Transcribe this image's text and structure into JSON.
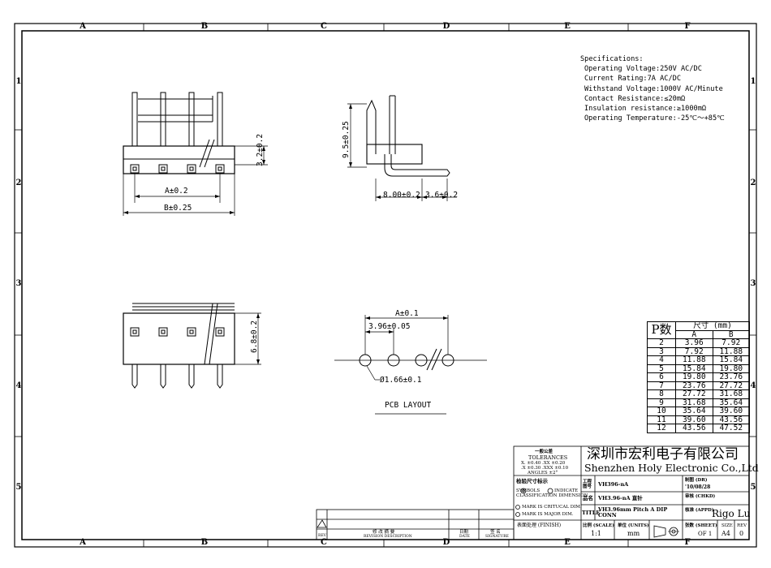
{
  "zones": {
    "cols": [
      "A",
      "B",
      "C",
      "D",
      "E",
      "F"
    ],
    "rows": [
      "1",
      "2",
      "3",
      "4",
      "5"
    ]
  },
  "specs": {
    "title": "Specifications:",
    "lines": [
      "Operating Voltage:250V AC/DC",
      "Current Rating:7A AC/DC",
      "Withstand Voltage:1000V AC/Minute",
      "Contact Resistance:≤20mΩ",
      "Insulation resistance:≥1000mΩ",
      "Operating Temperature:-25℃～+85℃"
    ]
  },
  "dims": {
    "a_dim": "A±0.2",
    "b_dim": "B±0.25",
    "front_h": "3.2±0.2",
    "side_h": "9.5±0.25",
    "side_w1": "8.00±0.2",
    "side_w2": "3.6±0.2",
    "top_h": "6.8±0.2",
    "pcb_a": "A±0.1",
    "pcb_pitch": "3.96±0.05",
    "pcb_hole": "Ø1.66±0.1",
    "pcb_title": "PCB LAYOUT"
  },
  "ptable": {
    "p_header": "P数",
    "size_header": "尺寸 (mm)",
    "col_a": "A",
    "col_b": "B",
    "rows": [
      [
        "2",
        "3.96",
        "7.92"
      ],
      [
        "3",
        "7.92",
        "11.88"
      ],
      [
        "4",
        "11.88",
        "15.84"
      ],
      [
        "5",
        "15.84",
        "19.80"
      ],
      [
        "6",
        "19.80",
        "23.76"
      ],
      [
        "7",
        "23.76",
        "27.72"
      ],
      [
        "8",
        "27.72",
        "31.68"
      ],
      [
        "9",
        "31.68",
        "35.64"
      ],
      [
        "10",
        "35.64",
        "39.60"
      ],
      [
        "11",
        "39.60",
        "43.56"
      ],
      [
        "12",
        "43.56",
        "47.52"
      ]
    ]
  },
  "titleblock": {
    "tol_cn": "一般公差",
    "tol_en": "TOLERANCES",
    "tol_l1": "X. ±0.40   .XX ±0.20",
    "tol_l2": ".X ±0.30  .XXX ±0.10",
    "tol_l3": "ANGLES   ±2°",
    "company_cn": "深圳市宏利电子有限公司",
    "company_en": "Shenzhen Holy Electronic Co.,Ltd",
    "inspect_cn": "检验尺寸标示",
    "symbols": "SYMBOLS",
    "indicate": "INDICATE",
    "classif": "CLASSIFICATION  DIMENSION",
    "critical": "MARK IS CRITUCAL DIM.",
    "major": "MARK IS MAJOR DIM.",
    "finish": "表面处理 (FINISH)",
    "drawing_no_label": "工程图号",
    "drawing_no": "VH396-nA",
    "name_label": "品名",
    "name": "VH3.96-nA 直针",
    "title_label": "TITLE",
    "title1": "VH3.96mm  Pitch  A DIP",
    "title2": "CONN",
    "scale_label": "比例 (SCALE)",
    "scale": "1:1",
    "unit_label": "单位 (UNITS)",
    "unit": "mm",
    "drawn_label": "制图 (DR)",
    "drawn_date": "'10/08/28",
    "checked_label": "审核 (CHKD)",
    "approved_label": "核准 (APPD)",
    "approver": "Rigo Lu",
    "sheet_label": "张数 (SHEET)",
    "sheet": "OF 1",
    "size_label": "SIZE",
    "size": "A4",
    "rev_label": "REV",
    "rev": "0",
    "rev_mark": "REV",
    "revise_desc": "修 改 摘 要",
    "revise_desc_en": "REVISION DESCRIPTION",
    "date_label": "日期",
    "date_en": "DATE",
    "sign_label": "签 名",
    "sign_en": "SIGNATURE"
  }
}
